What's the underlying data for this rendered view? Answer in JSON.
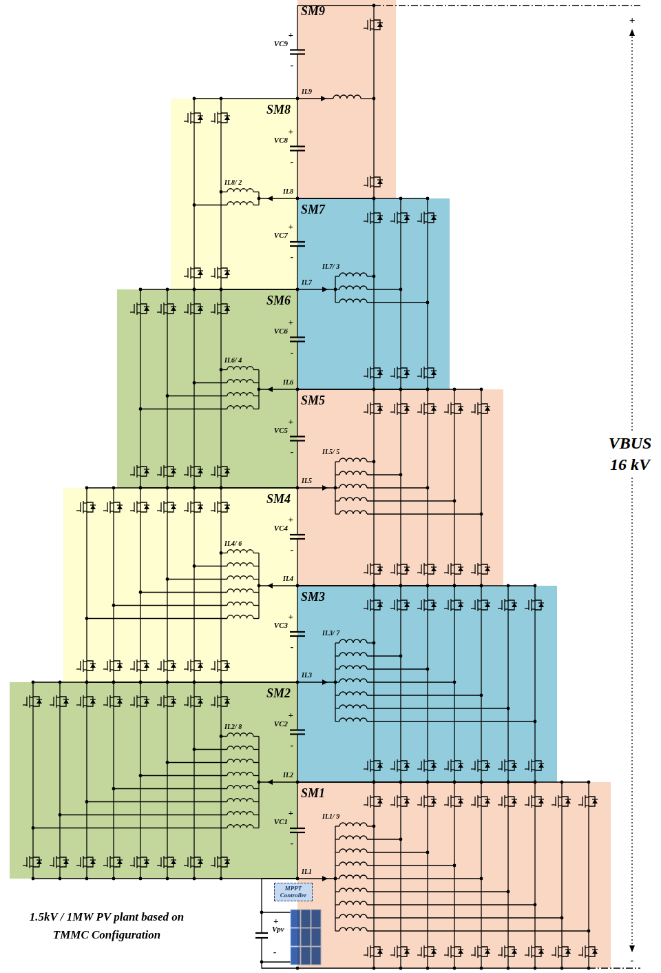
{
  "diagram": {
    "caption": "1.5kV / 1MW PV plant based on TMMC Configuration",
    "nodes": [
      {
        "text": [
          "SM9"
        ]
      },
      {
        "text": [
          "SM8"
        ]
      },
      {
        "text": [
          "SM7"
        ]
      },
      {
        "text": [
          "SM6"
        ]
      },
      {
        "text": [
          "SM5"
        ]
      },
      {
        "text": [
          "SM4"
        ]
      },
      {
        "text": [
          "SM3"
        ]
      },
      {
        "text": [
          "SM2"
        ]
      },
      {
        "text": [
          "SM1"
        ]
      },
      {
        "text": [
          "MPPT Controller"
        ]
      }
    ],
    "labels": [
      "+",
      "VC9",
      "-",
      "IL9",
      "+",
      "VC8",
      "-",
      "IL8",
      "IL8/ 2",
      "+",
      "VC7",
      "-",
      "IL7",
      "IL7/ 3",
      "+",
      "VC6",
      "-",
      "IL6",
      "IL6/ 4",
      "+",
      "VC5",
      "-",
      "IL5",
      "IL5/ 5",
      "+",
      "VC4",
      "-",
      "IL4",
      "IL4/ 6",
      "+",
      "VC3",
      "-",
      "IL3",
      "IL3/ 7",
      "+",
      "VC2",
      "-",
      "IL2",
      "IL2/ 8",
      "+",
      "VC1",
      "-",
      "IL1",
      "IL1/ 9",
      "+",
      "Vpv",
      "-",
      "+",
      "VBUS 16 kV",
      "-"
    ]
  }
}
